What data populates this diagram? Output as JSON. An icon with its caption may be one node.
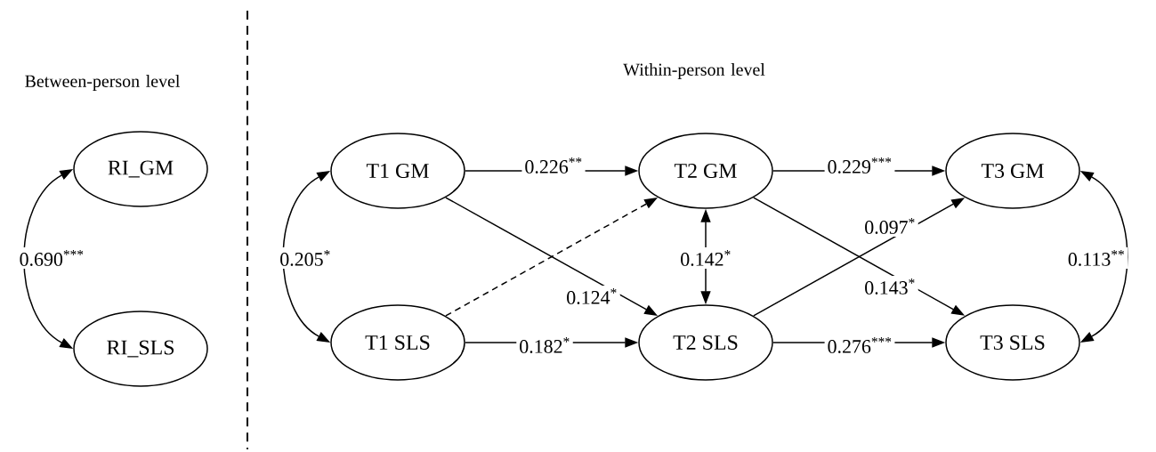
{
  "diagram": {
    "nodes": [
      {
        "text": [
          "RI_GM"
        ]
      },
      {
        "text": [
          "RI_SLS"
        ]
      },
      {
        "text": [
          "T1 GM"
        ]
      },
      {
        "text": [
          "T1 SLS"
        ]
      },
      {
        "text": [
          "T2 GM"
        ]
      },
      {
        "text": [
          "T2 SLS"
        ]
      },
      {
        "text": [
          "T3 GM"
        ]
      },
      {
        "text": [
          "T3 SLS"
        ]
      }
    ],
    "edges": [
      {
        "from": 0,
        "to": 1,
        "arrow": "both",
        "label": "0.690$^{***}$"
      },
      {
        "from": 2,
        "to": 3,
        "arrow": "both",
        "label": "0.205$^{*}$"
      },
      {
        "from": 2,
        "to": 4,
        "arrow": "to",
        "label": "0.226$^{**}$"
      },
      {
        "from": 2,
        "to": 5,
        "arrow": "to",
        "label": "0.124$^{*}$"
      },
      {
        "from": 3,
        "to": 4,
        "arrow": "to",
        "style": "dashed"
      },
      {
        "from": 3,
        "to": 5,
        "arrow": "to",
        "label": "0.182$^{*}$"
      },
      {
        "from": 4,
        "to": 5,
        "arrow": "both",
        "label": "0.142$^{*}$"
      },
      {
        "from": 4,
        "to": 6,
        "arrow": "to",
        "label": "0.229$^{***}$"
      },
      {
        "from": 4,
        "to": 7,
        "arrow": "to",
        "label": "0.143$^{*}$"
      },
      {
        "from": 5,
        "to": 6,
        "arrow": "to",
        "label": "0.097$^{*}$"
      },
      {
        "from": 5,
        "to": 7,
        "arrow": "to",
        "label": "0.276$^{***}$"
      },
      {
        "from": 6,
        "to": 7,
        "arrow": "both",
        "label": "0.113$^{**}$"
      }
    ],
    "labels": [
      "Between-person level",
      "Within-person level"
    ]
  }
}
